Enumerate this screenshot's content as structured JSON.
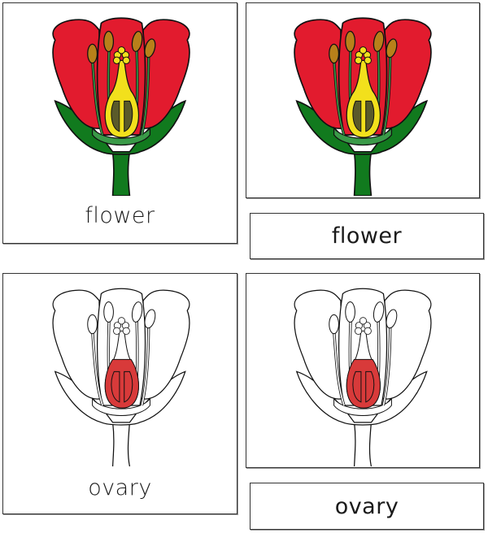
{
  "cards": [
    {
      "id": "control-flower",
      "caption": "flower",
      "style": "color"
    },
    {
      "id": "picture-flower",
      "style": "color"
    },
    {
      "id": "label-flower",
      "label": "flower"
    },
    {
      "id": "control-ovary",
      "caption": "ovary",
      "style": "outline-highlight"
    },
    {
      "id": "picture-ovary",
      "style": "outline-highlight"
    },
    {
      "id": "label-ovary",
      "label": "ovary"
    }
  ],
  "colors": {
    "petal": "#e21b2e",
    "sepal": "#117a1e",
    "stamen_filament": "#3a9a48",
    "anther": "#b8801a",
    "pistil": "#f2e01c",
    "ovule_chamber": "#5a5a2a",
    "highlight": "#d83a3a",
    "outline": "#111111"
  }
}
